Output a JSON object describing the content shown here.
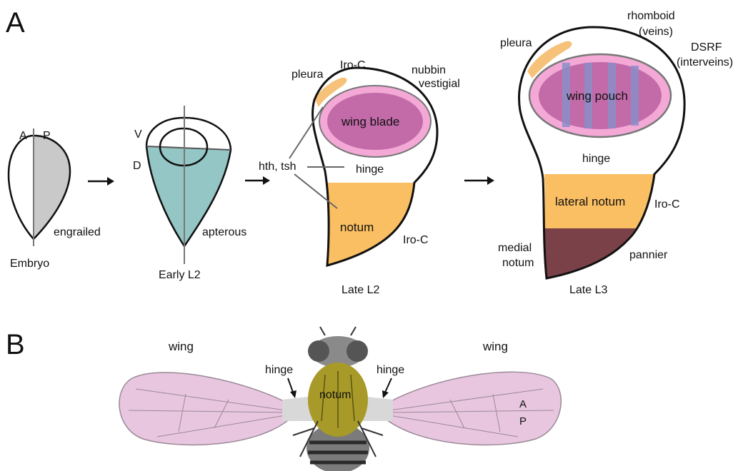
{
  "panel_a": {
    "letter": "A",
    "embryo": {
      "a": "A",
      "p": "P",
      "engrailed": "engrailed",
      "caption": "Embryo"
    },
    "early_l2": {
      "v": "V",
      "d": "D",
      "apterous": "apterous",
      "caption": "Early L2"
    },
    "late_l2": {
      "pleura": "pleura",
      "iro_c_top": "Iro-C",
      "nubbin": "nubbin",
      "vestigial": "vestigial",
      "wing_blade": "wing blade",
      "hth_tsh": "hth, tsh",
      "hinge": "hinge",
      "notum": "notum",
      "iro_c_bottom": "Iro-C",
      "caption": "Late L2"
    },
    "late_l3": {
      "pleura": "pleura",
      "rhomboid": "rhomboid",
      "veins": "(veins)",
      "dsrf": "DSRF",
      "interveins": "(interveins)",
      "wing_pouch": "wing pouch",
      "hinge": "hinge",
      "lateral_notum": "lateral notum",
      "iro_c": "Iro-C",
      "medial": "medial",
      "notum": "notum",
      "pannier": "pannier",
      "caption": "Late L3"
    }
  },
  "panel_b": {
    "letter": "B",
    "wing_left": "wing",
    "wing_right": "wing",
    "hinge_left": "hinge",
    "hinge_right": "hinge",
    "notum": "notum",
    "a": "A",
    "p": "P"
  },
  "colors": {
    "engrailed": "#888888",
    "apterous": "#3aa5a0",
    "apterous_fill": "#93c6c4",
    "iro_c": "#f0a232",
    "notum_fill": "#fbbf63",
    "nubbin": "#c2459a",
    "vestigial": "#f07ac9",
    "wing_fill": "#c36aa9",
    "rhomboid": "#7a83b5",
    "dsrf": "#c2459a",
    "pannier": "#7a2a30",
    "pannier_fill": "#7a4148",
    "wing_b": "#e8c6df"
  }
}
